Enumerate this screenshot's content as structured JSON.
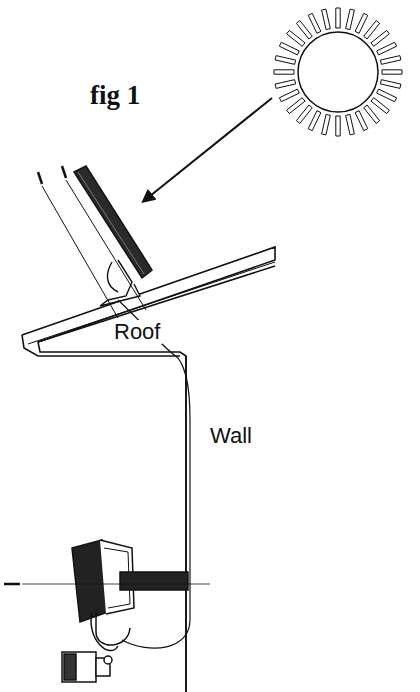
{
  "diagram": {
    "title": "fig 1",
    "labels": [
      "Roof",
      "Wall"
    ]
  }
}
